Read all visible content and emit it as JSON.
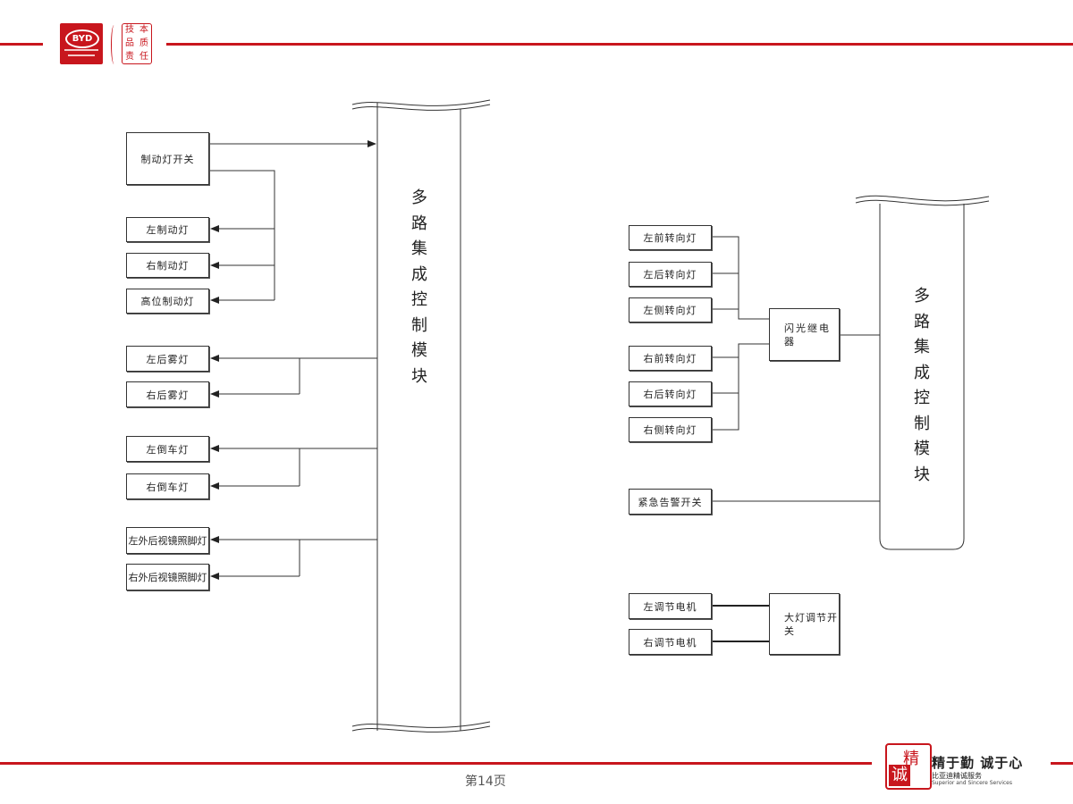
{
  "header": {
    "logo_text": "BYD",
    "seal_chars": [
      "技",
      "本",
      "品",
      "质",
      "责",
      "任"
    ]
  },
  "left_diagram": {
    "module_label": "多路集成控制模块",
    "boxes": {
      "brake_switch": "制动灯开关",
      "left_brake": "左制动灯",
      "right_brake": "右制动灯",
      "high_brake": "高位制动灯",
      "left_rear_fog": "左后雾灯",
      "right_rear_fog": "右后雾灯",
      "left_reverse": "左倒车灯",
      "right_reverse": "右倒车灯",
      "left_mirror_lamp": "左外后视镜照脚灯",
      "right_mirror_lamp": "右外后视镜照脚灯"
    }
  },
  "right_diagram": {
    "module_label": "多路集成控制模块",
    "boxes": {
      "left_front_turn": "左前转向灯",
      "left_rear_turn": "左后转向灯",
      "left_side_turn": "左侧转向灯",
      "right_front_turn": "右前转向灯",
      "right_rear_turn": "右后转向灯",
      "right_side_turn": "右侧转向灯",
      "flasher_relay": "闪光继电器",
      "hazard_switch": "紧急告警开关",
      "left_adjust_motor": "左调节电机",
      "right_adjust_motor": "右调节电机",
      "headlamp_adjust_switch": "大灯调节开关"
    }
  },
  "footer": {
    "page_label": "第14页",
    "seal_chars": [
      "精",
      "诚"
    ],
    "slogan": "精于勤 诚于心",
    "slogan_sub": "比亚迪精诚服务",
    "slogan_en": "Superior and Sincere Services"
  },
  "colors": {
    "brand_red": "#c8161d",
    "line": "#333333"
  }
}
